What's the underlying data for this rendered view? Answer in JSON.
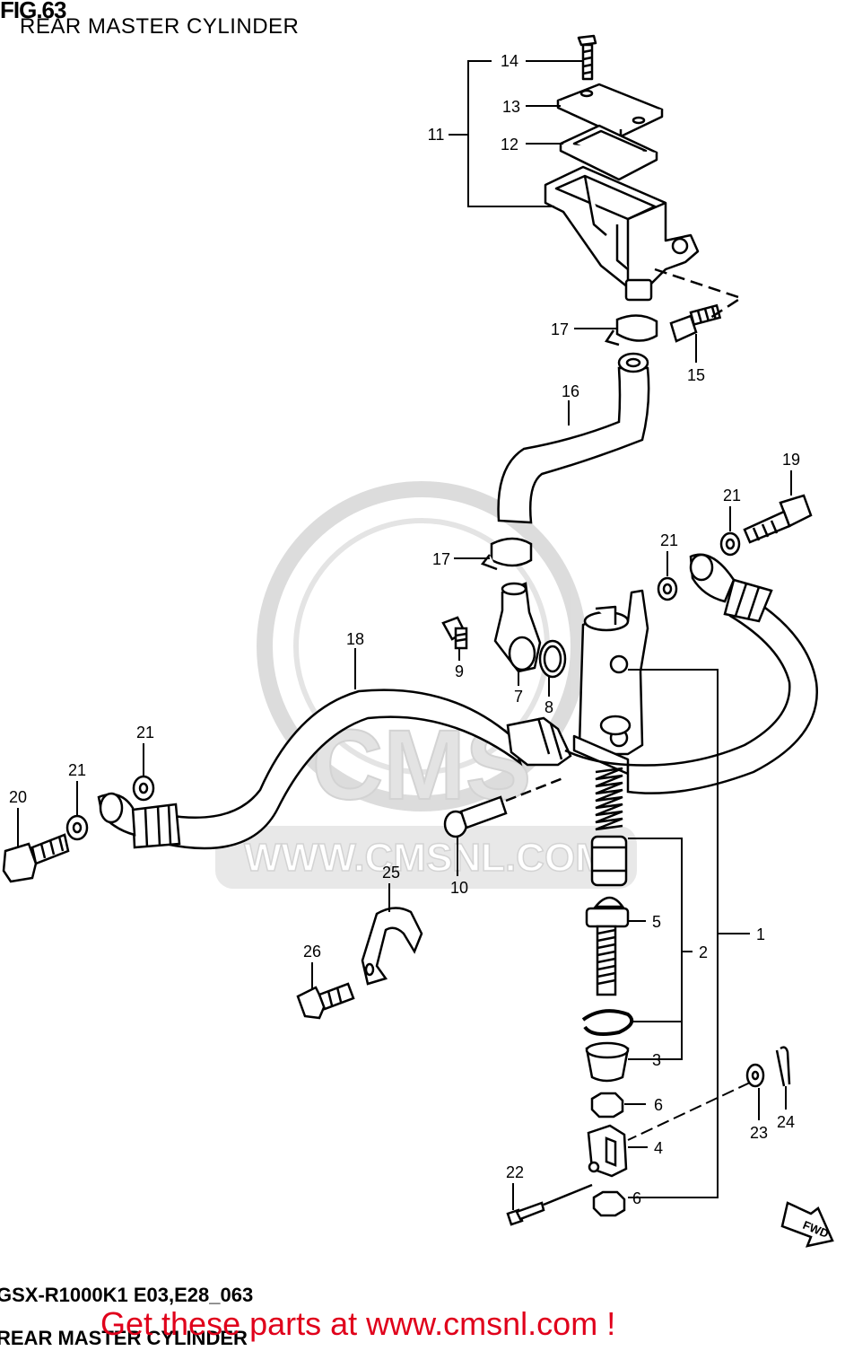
{
  "figure": {
    "title": "FIG.63",
    "subtitle": "REAR MASTER CYLINDER"
  },
  "watermark": {
    "text": "WWW.CMSNL.COM",
    "logo": "CMS"
  },
  "callouts": [
    "1",
    "2",
    "3",
    "4",
    "5",
    "6",
    "6",
    "7",
    "8",
    "9",
    "10",
    "11",
    "12",
    "13",
    "14",
    "15",
    "16",
    "17",
    "17",
    "18",
    "19",
    "20",
    "21",
    "21",
    "21",
    "21",
    "22",
    "23",
    "24",
    "25",
    "26"
  ],
  "direction_badge": "FWD",
  "footer": {
    "code": "GSX-R1000K1 E03,E28_063",
    "code_subtitle": "REAR MASTER CYLINDER",
    "cta": "Get these parts at www.cmsnl.com !"
  },
  "colors": {
    "lines": "#000000",
    "watermark": "#d6d6d6",
    "cta": "#e0001b"
  }
}
